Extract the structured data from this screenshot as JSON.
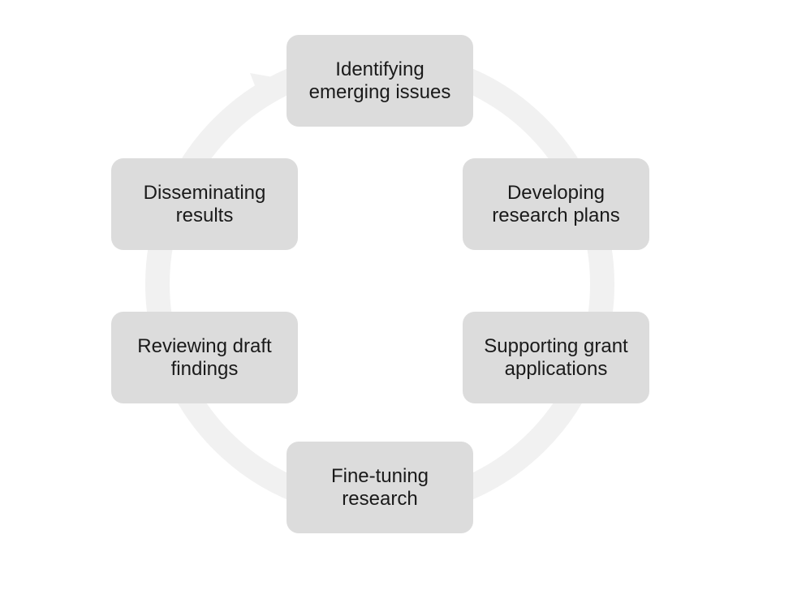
{
  "colors": {
    "box_fill": "#dcdcdc",
    "ring": "#f1f1f1",
    "text": "#1a1a1a",
    "background": "#ffffff"
  },
  "steps": [
    {
      "lines": [
        "Identifying",
        "emerging issues"
      ]
    },
    {
      "lines": [
        "Developing",
        "research plans"
      ]
    },
    {
      "lines": [
        "Supporting grant",
        "applications"
      ]
    },
    {
      "lines": [
        "Fine-tuning",
        "research"
      ]
    },
    {
      "lines": [
        "Reviewing draft",
        "findings"
      ]
    },
    {
      "lines": [
        "Disseminating",
        "results"
      ]
    }
  ]
}
